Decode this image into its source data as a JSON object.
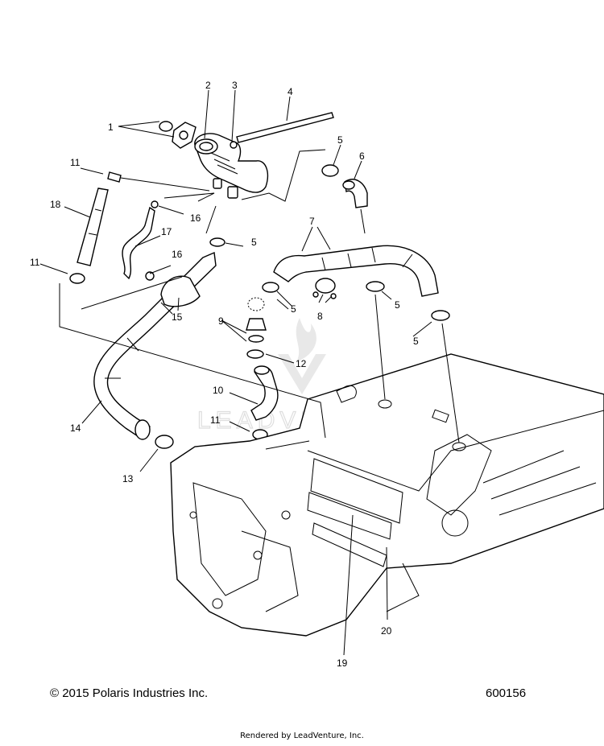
{
  "callouts": [
    {
      "id": "c1",
      "label": "1"
    },
    {
      "id": "c2",
      "label": "2"
    },
    {
      "id": "c3",
      "label": "3"
    },
    {
      "id": "c4",
      "label": "4"
    },
    {
      "id": "c5a",
      "label": "5"
    },
    {
      "id": "c6",
      "label": "6"
    },
    {
      "id": "c11a",
      "label": "11"
    },
    {
      "id": "c18",
      "label": "18"
    },
    {
      "id": "c16a",
      "label": "16"
    },
    {
      "id": "c17",
      "label": "17"
    },
    {
      "id": "c5b",
      "label": "5"
    },
    {
      "id": "c7",
      "label": "7"
    },
    {
      "id": "c11b",
      "label": "11"
    },
    {
      "id": "c16b",
      "label": "16"
    },
    {
      "id": "c5c",
      "label": "5"
    },
    {
      "id": "c5d",
      "label": "5"
    },
    {
      "id": "c8",
      "label": "8"
    },
    {
      "id": "c15",
      "label": "15"
    },
    {
      "id": "c9",
      "label": "9"
    },
    {
      "id": "c5e",
      "label": "5"
    },
    {
      "id": "c12",
      "label": "12"
    },
    {
      "id": "c10",
      "label": "10"
    },
    {
      "id": "c11c",
      "label": "11"
    },
    {
      "id": "c14",
      "label": "14"
    },
    {
      "id": "c13",
      "label": "13"
    },
    {
      "id": "c19",
      "label": "19"
    },
    {
      "id": "c20",
      "label": "20"
    }
  ],
  "footer": {
    "copyright": "© 2015 Polaris Industries Inc.",
    "diagram_number": "600156",
    "render_credit": "Rendered by LeadVenture, Inc."
  },
  "watermark": {
    "text": "LEADVENTURE"
  }
}
